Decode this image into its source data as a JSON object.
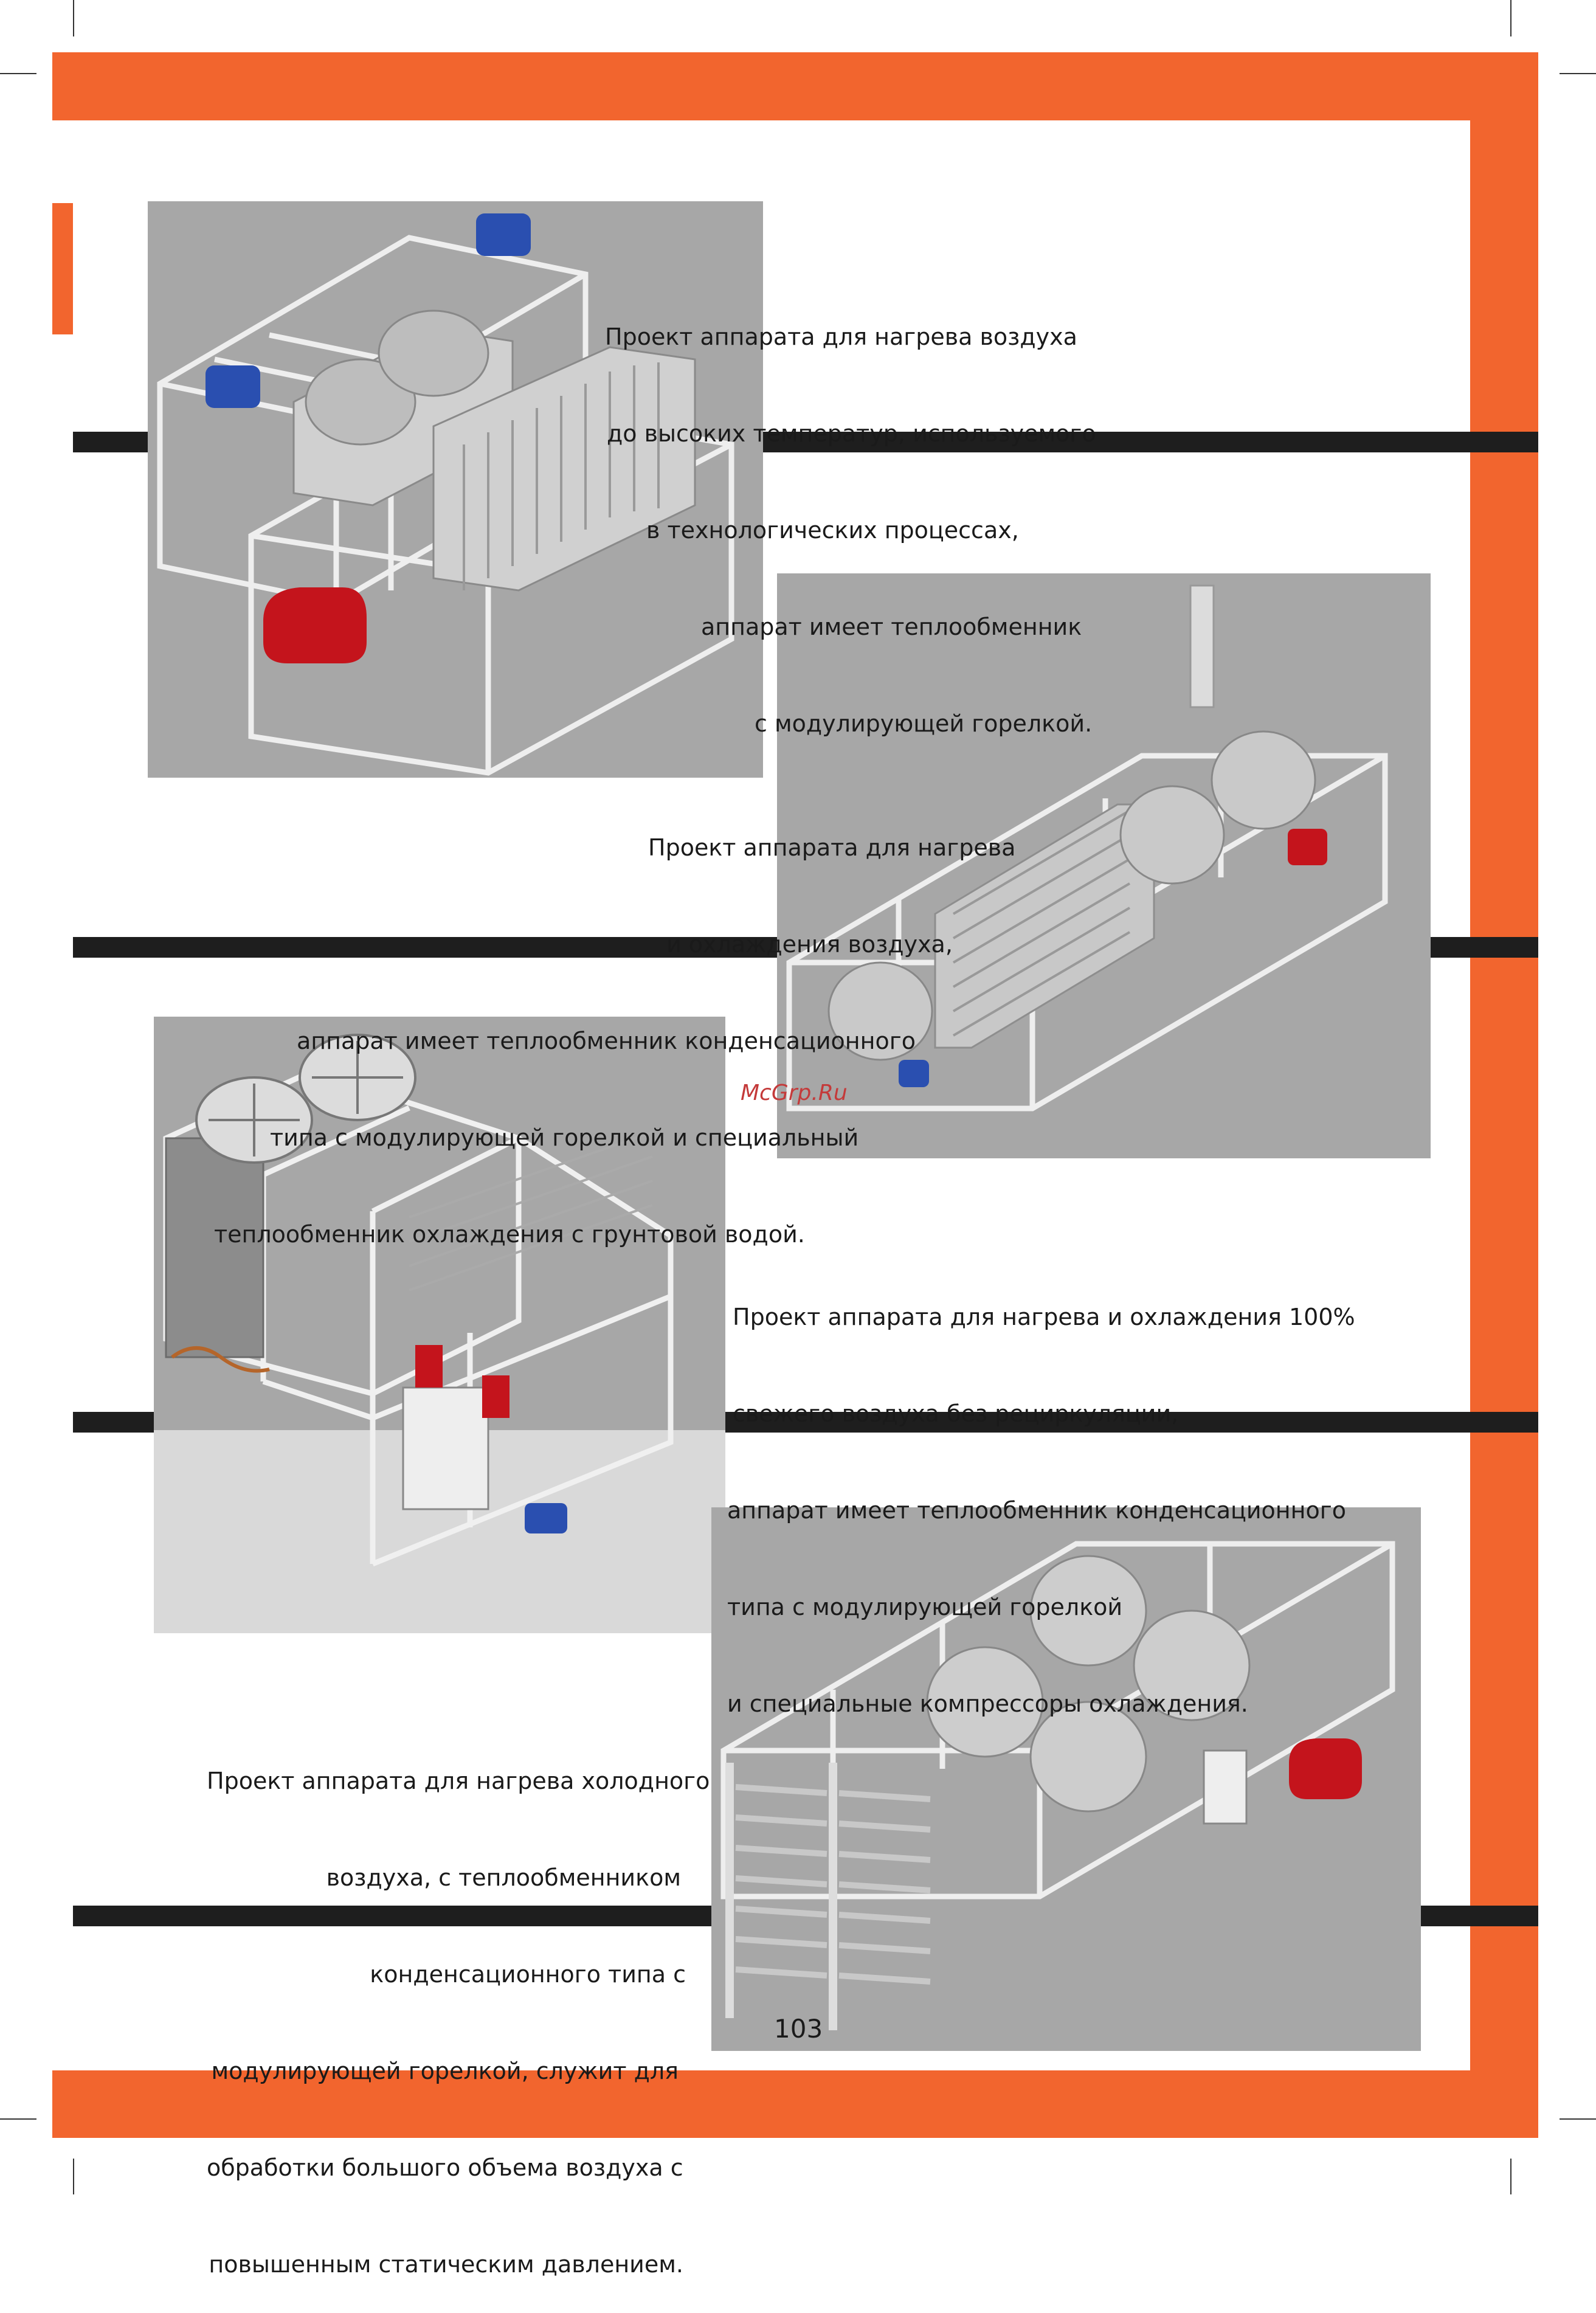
{
  "projects": [
    {
      "lines": [
        "Проект аппарата для нагрева воздуха",
        "до высоких температур, используемого",
        "в технологических процессах,",
        "аппарат имеет теплообменник",
        "с модулирующей горелкой."
      ]
    },
    {
      "lines": [
        "Проект аппарата для нагрева",
        "и охлаждения воздуха,",
        "аппарат имеет теплообменник конденсационного",
        "типа с модулирующей горелкой и специальный",
        "теплообменник охлаждения с грунтовой водой."
      ]
    },
    {
      "lines": [
        "Проект аппарата для нагрева и охлаждения 100%",
        "свежего воздуха без рециркуляции,",
        "аппарат имеет теплообменник конденсационного",
        "типа с модулирующей горелкой",
        "и специальные компрессоры охлаждения."
      ]
    },
    {
      "lines": [
        "Проект аппарата для нагрева холодного",
        "воздуха, с теплообменником",
        "конденсационного типа с",
        "модулирующей горелкой, служит для",
        "обработки большого объема воздуха с",
        "повышенным статическим давлением."
      ]
    }
  ],
  "watermark": "McGrp.Ru",
  "page_number": "103",
  "colors": {
    "accent": "#f2652e",
    "rule": "#1e1e1e",
    "render_background": "#a7a7a7",
    "motor_blue": "#2a4fb0",
    "burner_red": "#c4141c"
  }
}
